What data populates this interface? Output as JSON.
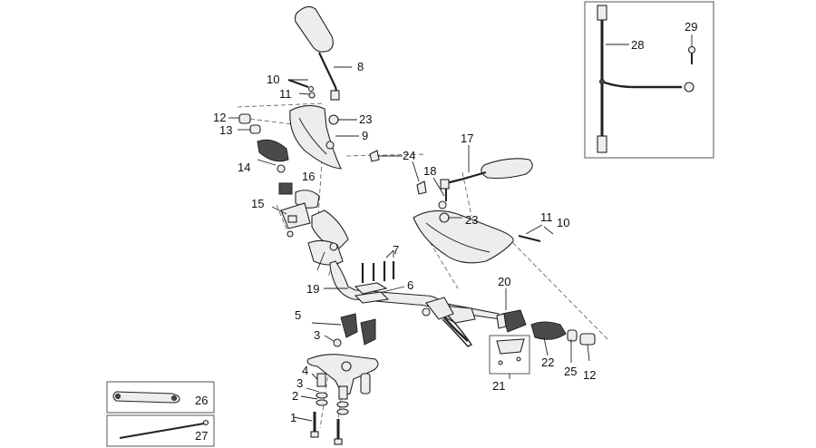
{
  "diagram": {
    "labels": {
      "l1": "1",
      "l2": "2",
      "l3a": "3",
      "l3b": "3",
      "l4": "4",
      "l5": "5",
      "l6": "6",
      "l7": "7",
      "l8": "8",
      "l9": "9",
      "l10a": "10",
      "l10b": "10",
      "l11a": "11",
      "l11b": "11",
      "l12a": "12",
      "l12b": "12",
      "l13": "13",
      "l14": "14",
      "l15": "15",
      "l16": "16",
      "l17": "17",
      "l18": "18",
      "l19": "19",
      "l20": "20",
      "l21": "21",
      "l22": "22",
      "l23a": "23",
      "l23b": "23",
      "l24": "24",
      "l25": "25",
      "l26": "26",
      "l27": "27",
      "l28": "28",
      "l29": "29"
    }
  }
}
